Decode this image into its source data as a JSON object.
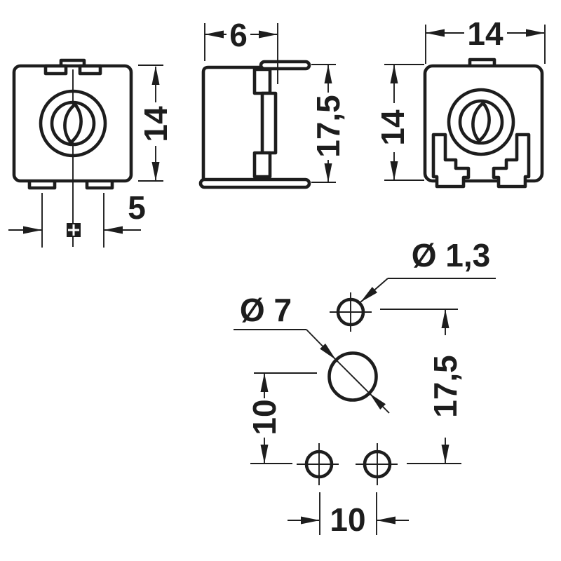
{
  "drawing": {
    "background_color": "#ffffff",
    "line_color": "#1d1d1d"
  },
  "front_view": {
    "height_mm": "14",
    "pin_offset_mm": "5"
  },
  "side_view": {
    "depth_mm": "6",
    "overall_height_mm": "17,5"
  },
  "rear_view": {
    "width_mm": "14",
    "height_mm": "14"
  },
  "footprint": {
    "small_hole_dia": "Ø 1,3",
    "large_hole_dia": "Ø 7",
    "row_spacing_mm": "10",
    "overall_spacing_mm": "17,5",
    "pin_pitch_mm": "10"
  }
}
